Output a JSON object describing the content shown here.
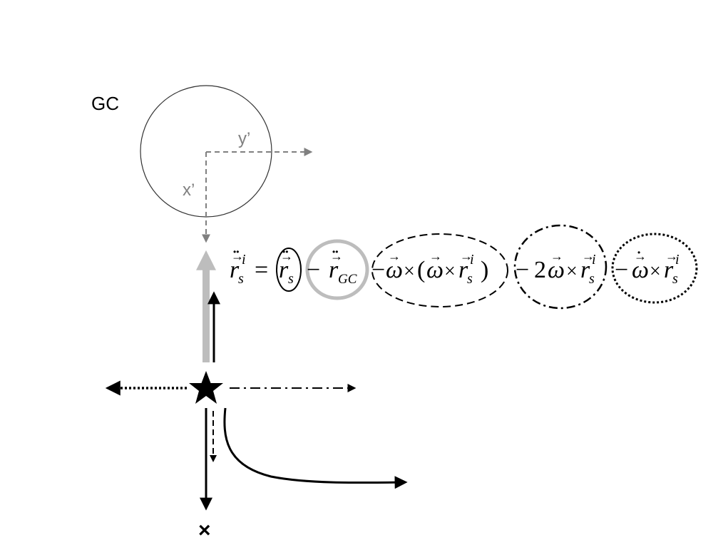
{
  "labels": {
    "gc": "GC",
    "y_prime": "y’",
    "x_prime": "x’",
    "x_marker": "×"
  },
  "equation": {
    "dd": "••",
    "arrow": "→",
    "r": "r",
    "i": "i",
    "s": "s",
    "gc": "GC",
    "equals": "=",
    "minus": "−",
    "omega": "ω",
    "times": "×",
    "open_paren": "(",
    "close_paren": ")",
    "two": "2",
    "dot": "•"
  },
  "colors": {
    "black": "#000000",
    "dark_gray": "#808080",
    "light_gray": "#bdbdbd",
    "circle_stroke": "#333333"
  },
  "icons": {
    "star": "star-icon",
    "cross": "cross-icon"
  }
}
